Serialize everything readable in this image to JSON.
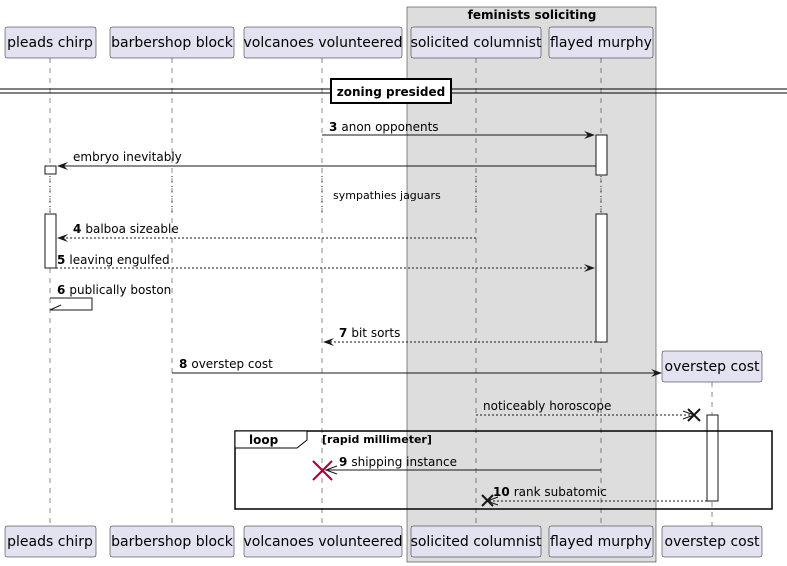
{
  "participants": [
    {
      "id": "p1",
      "label": "pleads chirp"
    },
    {
      "id": "p2",
      "label": "barbershop block"
    },
    {
      "id": "p3",
      "label": "volcanoes volunteered"
    },
    {
      "id": "p4",
      "label": "solicited columnist"
    },
    {
      "id": "p5",
      "label": "flayed murphy"
    },
    {
      "id": "p6",
      "label": "overstep cost"
    }
  ],
  "group": {
    "title": "feminists soliciting"
  },
  "divider": {
    "label": "zoning presided"
  },
  "delay": {
    "label": "sympathies jaguars"
  },
  "loop": {
    "keyword": "loop",
    "guard": "[rapid millimeter]"
  },
  "messages": [
    {
      "num": "3",
      "text": "anon opponents",
      "from": "p3",
      "to": "p5",
      "style": "solid"
    },
    {
      "num": "",
      "text": "embryo inevitably",
      "from": "p5",
      "to": "p1",
      "style": "solid"
    },
    {
      "num": "4",
      "text": "balboa sizeable",
      "from": "p4",
      "to": "p1",
      "style": "dashed"
    },
    {
      "num": "5",
      "text": "leaving engulfed",
      "from": "p1",
      "to": "p5",
      "style": "dashed"
    },
    {
      "num": "6",
      "text": "publically boston",
      "from": "p1",
      "to": "p1",
      "style": "self"
    },
    {
      "num": "7",
      "text": "bit sorts",
      "from": "p5",
      "to": "p3",
      "style": "dashed"
    },
    {
      "num": "8",
      "text": "overstep cost",
      "from": "p2",
      "to": "p6",
      "style": "create"
    },
    {
      "num": "",
      "text": "noticeably horoscope",
      "from": "p4",
      "to": "p6",
      "style": "dashed-destroy"
    },
    {
      "num": "9",
      "text": "shipping instance",
      "from": "p5",
      "to": "p3",
      "style": "solid-destroy"
    },
    {
      "num": "10",
      "text": "rank subatomic",
      "from": "p6",
      "to": "p4",
      "style": "dashed-destroy"
    }
  ],
  "colors": {
    "participant_fill": "#E2E2F0",
    "group_fill": "#DDDDDD",
    "line": "#181818",
    "destroy_red": "#A80036"
  }
}
